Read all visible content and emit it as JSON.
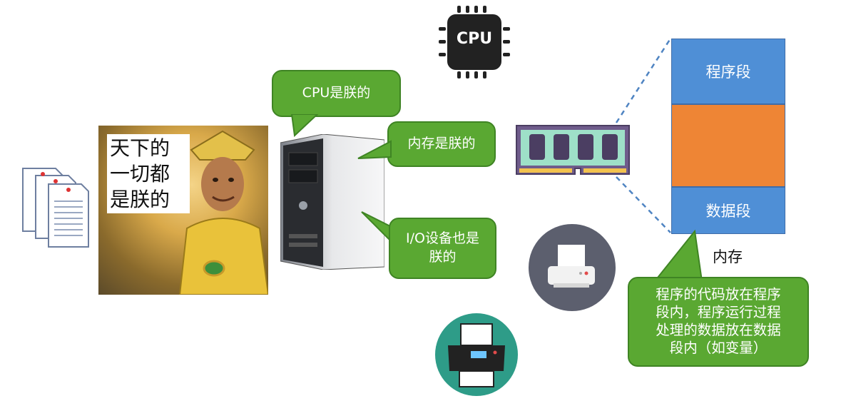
{
  "diagram": {
    "cpu_chip_label": "CPU",
    "meme_caption": [
      "天下的",
      "一切都",
      "是朕的"
    ],
    "bubbles": {
      "cpu": "CPU是朕的",
      "memory": "内存是朕的",
      "io": [
        "I/O设备也是",
        "朕的"
      ]
    },
    "memory_segments": {
      "program": "程序段",
      "data": "数据段",
      "caption": "内存"
    },
    "explanation": [
      "程序的代码放在程序",
      "段内，程序运行过程",
      "处理的数据放在数据",
      "段内（如变量）"
    ],
    "colors": {
      "bubble_green": "#5aa832",
      "segment_blue": "#4f8fd6",
      "segment_orange": "#ee8535",
      "printer_dark_circle": "#5c5f6e",
      "printer_teal_circle": "#2e9c88"
    },
    "icons": [
      "documents-icon",
      "cpu-chip-icon",
      "server-tower-icon",
      "ram-stick-icon",
      "printer-icon",
      "inkjet-printer-icon"
    ]
  }
}
